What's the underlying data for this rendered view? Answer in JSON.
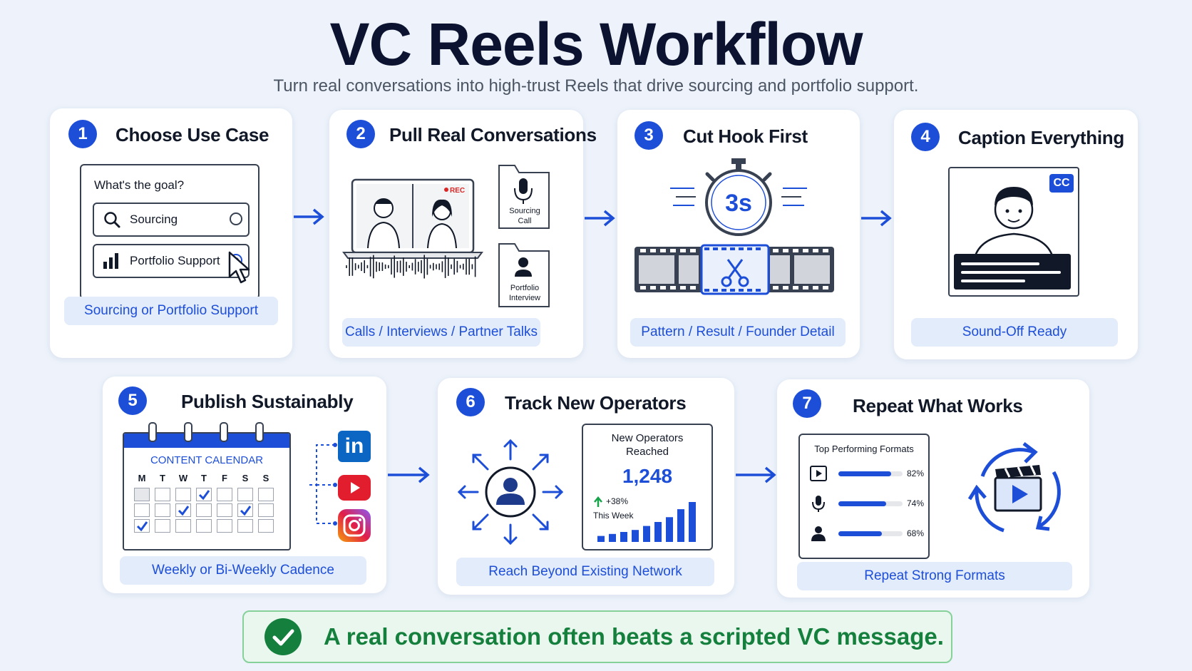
{
  "header": {
    "title": "VC Reels Workflow",
    "subtitle": "Turn real conversations into high-trust Reels that drive sourcing and portfolio support."
  },
  "steps": [
    {
      "number": "1",
      "title": "Choose Use Case",
      "chip": "Sourcing or Portfolio Support",
      "question": "What's the goal?",
      "options": [
        "Sourcing",
        "Portfolio Support"
      ],
      "selected_option": "Portfolio Support"
    },
    {
      "number": "2",
      "title": "Pull Real Conversations",
      "chip": "Calls / Interviews / Partner Talks",
      "rec_label": "REC",
      "folder1_lines": [
        "Sourcing",
        "Call"
      ],
      "folder2_lines": [
        "Portfolio",
        "Interview"
      ]
    },
    {
      "number": "3",
      "title": "Cut Hook First",
      "chip": "Pattern / Result / Founder Detail",
      "timer_label": "3s"
    },
    {
      "number": "4",
      "title": "Caption Everything",
      "chip": "Sound-Off Ready",
      "cc_label": "CC"
    },
    {
      "number": "5",
      "title": "Publish Sustainably",
      "chip": "Weekly or Bi-Weekly Cadence",
      "calendar_title": "CONTENT CALENDAR",
      "weekdays": [
        "M",
        "T",
        "W",
        "T",
        "F",
        "S",
        "S"
      ],
      "checked_cells": [
        [
          0,
          3
        ],
        [
          1,
          2
        ],
        [
          1,
          5
        ],
        [
          2,
          0
        ]
      ],
      "platforms": [
        "linkedin-icon",
        "youtube-icon",
        "instagram-icon"
      ]
    },
    {
      "number": "6",
      "title": "Track New Operators",
      "chip": "Reach Beyond Existing Network",
      "stat_label_line1": "New Operators",
      "stat_label_line2": "Reached",
      "stat_value": "1,248",
      "stat_change": "+38%",
      "stat_period": "This Week",
      "spark_bars": [
        0.15,
        0.2,
        0.25,
        0.3,
        0.4,
        0.5,
        0.62,
        0.82,
        1.0
      ]
    },
    {
      "number": "7",
      "title": "Repeat What Works",
      "chip": "Repeat Strong Formats",
      "panel_title": "Top Performing Formats",
      "formats": [
        {
          "icon": "play-icon",
          "value": 0.82,
          "label": "82%"
        },
        {
          "icon": "microphone-icon",
          "value": 0.74,
          "label": "74%"
        },
        {
          "icon": "person-icon",
          "value": 0.68,
          "label": "68%"
        }
      ]
    }
  ],
  "banner": {
    "text": "A real conversation often beats a scripted VC message."
  },
  "colors": {
    "accent": "#1d4ed8",
    "background": "#eef3fb",
    "chip_bg": "#e3ecfb",
    "banner_green": "#15803d",
    "rec_red": "#dc2626"
  }
}
